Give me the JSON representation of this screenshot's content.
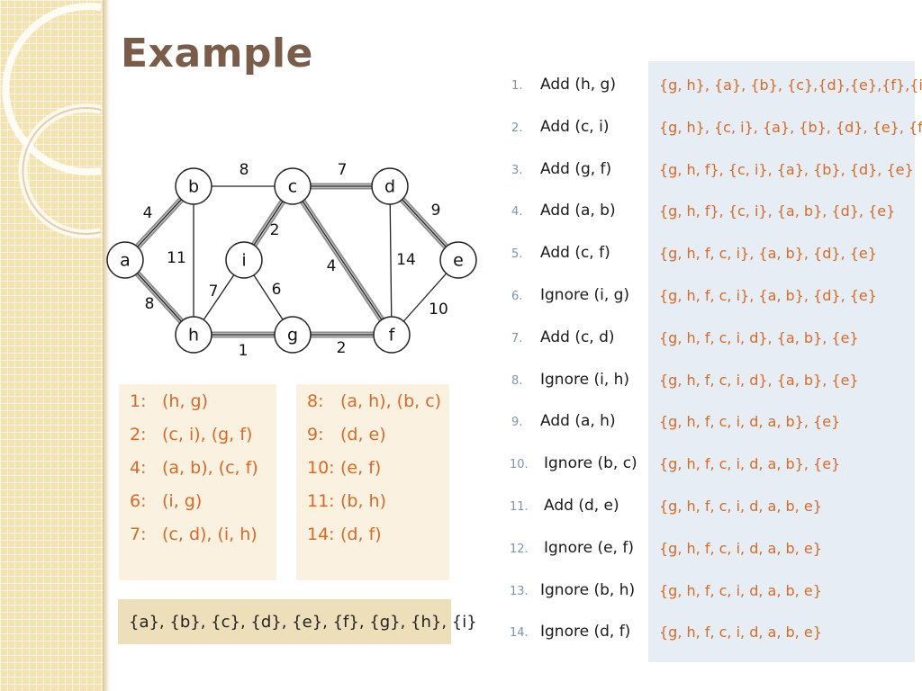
{
  "slide": {
    "title": "Example"
  },
  "colors": {
    "accent": "#d86a28",
    "title": "#7a5c4a",
    "panel": "#e6edf5",
    "box": "#fbf1e0",
    "sets_box": "#eddfba"
  },
  "graph": {
    "nodes": [
      {
        "id": "a",
        "label": "a"
      },
      {
        "id": "b",
        "label": "b"
      },
      {
        "id": "c",
        "label": "c"
      },
      {
        "id": "d",
        "label": "d"
      },
      {
        "id": "e",
        "label": "e"
      },
      {
        "id": "f",
        "label": "f"
      },
      {
        "id": "g",
        "label": "g"
      },
      {
        "id": "h",
        "label": "h"
      },
      {
        "id": "i",
        "label": "i"
      }
    ],
    "edges": [
      {
        "from": "a",
        "to": "b",
        "weight": "4",
        "in_mst": true
      },
      {
        "from": "a",
        "to": "h",
        "weight": "8",
        "in_mst": true
      },
      {
        "from": "b",
        "to": "c",
        "weight": "8",
        "in_mst": false
      },
      {
        "from": "b",
        "to": "h",
        "weight": "11",
        "in_mst": false
      },
      {
        "from": "c",
        "to": "d",
        "weight": "7",
        "in_mst": true
      },
      {
        "from": "c",
        "to": "i",
        "weight": "2",
        "in_mst": true
      },
      {
        "from": "c",
        "to": "f",
        "weight": "4",
        "in_mst": true
      },
      {
        "from": "d",
        "to": "e",
        "weight": "9",
        "in_mst": true
      },
      {
        "from": "d",
        "to": "f",
        "weight": "14",
        "in_mst": false
      },
      {
        "from": "e",
        "to": "f",
        "weight": "10",
        "in_mst": false
      },
      {
        "from": "h",
        "to": "i",
        "weight": "7",
        "in_mst": false
      },
      {
        "from": "i",
        "to": "g",
        "weight": "6",
        "in_mst": false
      },
      {
        "from": "h",
        "to": "g",
        "weight": "1",
        "in_mst": true
      },
      {
        "from": "g",
        "to": "f",
        "weight": "2",
        "in_mst": true
      }
    ]
  },
  "sorted_edges": {
    "left": [
      {
        "weight": "1:",
        "edges": "(h, g)"
      },
      {
        "weight": "2:",
        "edges": "(c, i), (g, f)"
      },
      {
        "weight": "4:",
        "edges": "(a, b), (c, f)"
      },
      {
        "weight": "6:",
        "edges": "(i, g)"
      },
      {
        "weight": "7:",
        "edges": "(c, d), (i, h)"
      }
    ],
    "right": [
      {
        "weight": "8:",
        "edges": "(a, h), (b, c)"
      },
      {
        "weight": "9:",
        "edges": "(d, e)"
      },
      {
        "weight": "10:",
        "edges": "(e, f)"
      },
      {
        "weight": "11:",
        "edges": "(b, h)"
      },
      {
        "weight": "14:",
        "edges": "(d, f)"
      }
    ]
  },
  "initial_sets": "{a}, {b}, {c}, {d}, {e}, {f}, {g}, {h}, {i}",
  "steps": [
    {
      "num": "1.",
      "action": "Add (h, g)",
      "sets": "{g, h}, {a}, {b}, {c},{d},{e},{f},{i}"
    },
    {
      "num": "2.",
      "action": "Add (c, i)",
      "sets": "{g, h}, {c, i}, {a}, {b}, {d}, {e}, {f}"
    },
    {
      "num": "3.",
      "action": "Add (g, f)",
      "sets": "{g, h, f}, {c, i}, {a}, {b}, {d}, {e}"
    },
    {
      "num": "4.",
      "action": "Add (a, b)",
      "sets": "{g, h, f}, {c, i}, {a, b}, {d}, {e}"
    },
    {
      "num": "5.",
      "action": "Add (c, f)",
      "sets": "{g, h, f, c, i}, {a, b}, {d}, {e}"
    },
    {
      "num": "6.",
      "action": "Ignore (i, g)",
      "sets": "{g, h, f, c, i}, {a, b}, {d}, {e}"
    },
    {
      "num": "7.",
      "action": "Add (c, d)",
      "sets": "{g, h, f, c, i, d}, {a, b}, {e}"
    },
    {
      "num": "8.",
      "action": "Ignore (i, h)",
      "sets": "{g, h, f, c, i, d}, {a, b}, {e}"
    },
    {
      "num": "9.",
      "action": "Add (a, h)",
      "sets": "{g, h, f, c, i, d, a, b}, {e}"
    },
    {
      "num": "10.",
      "action": "Ignore (b, c)",
      "sets": "{g, h, f, c, i, d, a, b}, {e}"
    },
    {
      "num": "11.",
      "action": "Add (d, e)",
      "sets": "{g, h, f, c, i, d, a, b, e}"
    },
    {
      "num": "12.",
      "action": "Ignore (e, f)",
      "sets": "{g, h, f, c, i, d, a, b, e}"
    },
    {
      "num": "13.",
      "action": "Ignore (b, h)",
      "sets": "{g, h, f, c, i, d, a, b, e}"
    },
    {
      "num": "14.",
      "action": "Ignore (d, f)",
      "sets": "{g, h, f, c, i, d, a, b, e}"
    }
  ]
}
